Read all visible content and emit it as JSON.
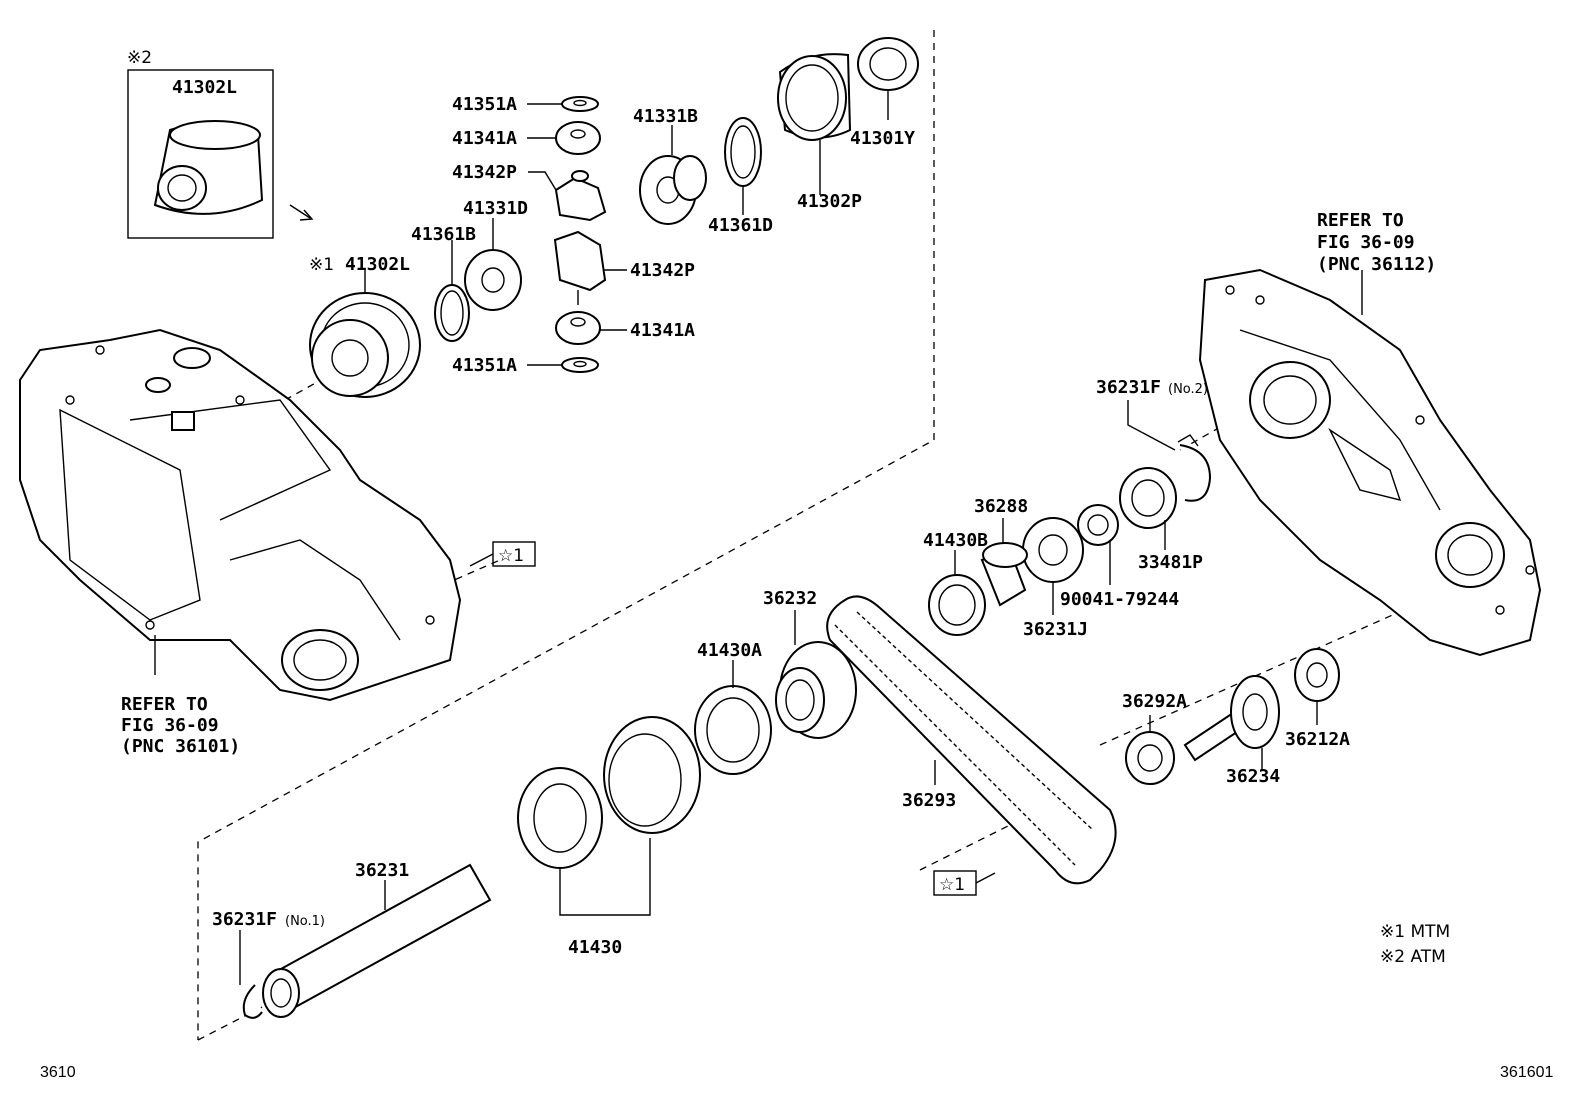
{
  "diagram": {
    "callouts": {
      "c41302L_atm": "41302L",
      "c41302L_mtm": "41302L",
      "c41351A_top": "41351A",
      "c41341A_top": "41341A",
      "c41342P_top": "41342P",
      "c41331D": "41331D",
      "c41361B": "41361B",
      "c41342P_bot": "41342P",
      "c41341A_bot": "41341A",
      "c41351A_bot": "41351A",
      "c41331B": "41331B",
      "c41361D": "41361D",
      "c41302P": "41302P",
      "c41301Y": "41301Y",
      "c36231F_no2": "36231F",
      "c36231F_no2_sub": "(No.2)",
      "c36288": "36288",
      "c41430B": "41430B",
      "c33481P": "33481P",
      "c90041": "90041-79244",
      "c36231J": "36231J",
      "c36232": "36232",
      "c41430A": "41430A",
      "c36292A": "36292A",
      "c36212A": "36212A",
      "c36234": "36234",
      "c36293": "36293",
      "c36231": "36231",
      "c36231F_no1": "36231F",
      "c36231F_no1_sub": "(No.1)",
      "c41430": "41430"
    },
    "markers": {
      "note_mark_2": "※2",
      "note_mark_1": "※1",
      "star_box_upper": "☆1",
      "star_box_lower": "☆1"
    },
    "refs": {
      "left_line1": "REFER TO",
      "left_line2": "FIG 36-09",
      "left_line3": "(PNC 36101)",
      "right_line1": "REFER TO",
      "right_line2": "FIG 36-09",
      "right_line3": "(PNC 36112)"
    },
    "legend": {
      "item1": "※1  MTM",
      "item2": "※2  ATM"
    },
    "corner_left": "3610",
    "corner_right": "361601"
  }
}
